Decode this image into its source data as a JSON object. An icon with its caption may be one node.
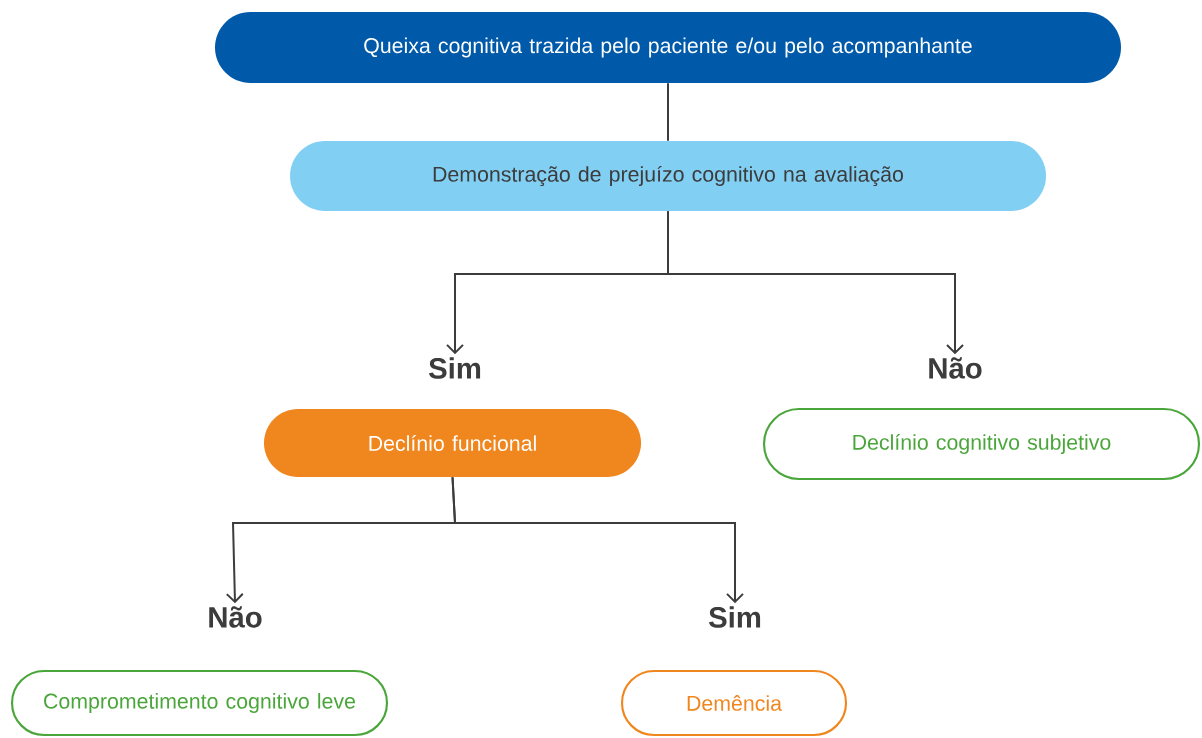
{
  "diagram": {
    "nodes": [
      {
        "text": [
          "Queixa cognitiva trazida pelo paciente e/ou pelo acompanhante"
        ]
      },
      {
        "text": [
          "Demonstração de prejuízo cognitivo na avaliação"
        ]
      },
      {
        "text": [
          "Sim"
        ]
      },
      {
        "text": [
          "Não"
        ]
      },
      {
        "text": [
          "Declínio funcional"
        ]
      },
      {
        "text": [
          "Declínio cognitivo subjetivo"
        ]
      },
      {
        "text": [
          "Não"
        ]
      },
      {
        "text": [
          "Sim"
        ]
      },
      {
        "text": [
          "Comprometimento cognitivo leve"
        ]
      },
      {
        "text": [
          "Demência"
        ]
      }
    ],
    "edges": [
      {
        "from": 0,
        "to": 1,
        "arrow": "none"
      },
      {
        "from": 1,
        "to": 2,
        "arrow": "to"
      },
      {
        "from": 1,
        "to": 3,
        "arrow": "to"
      },
      {
        "from": 4,
        "to": 6,
        "arrow": "to"
      },
      {
        "from": 4,
        "to": 7,
        "arrow": "to"
      }
    ]
  }
}
